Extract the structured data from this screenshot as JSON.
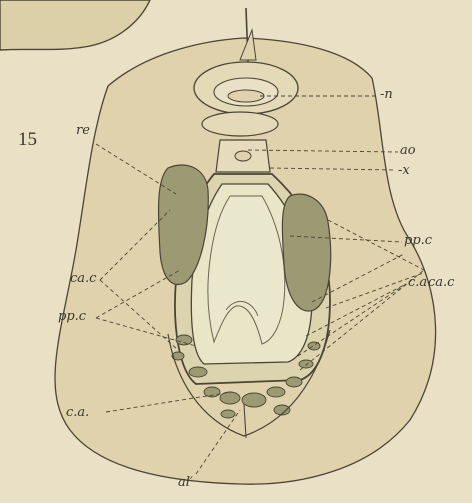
{
  "figure": {
    "number": "15"
  },
  "labels": {
    "n": "-n",
    "ao": "ao",
    "x": "-x",
    "re": "re",
    "ppc_right": "pp.c",
    "cac_left": "ca.c",
    "ppc_left": "pp.c",
    "ca_right": "c.a",
    "cac_right": "ca.c",
    "ca_left": "c.a.",
    "al": "al′"
  },
  "colors": {
    "paper": "#e9e0c5",
    "body_fill": "#dfd2ac",
    "ink": "#4a4537",
    "stipple": "#9c9a72",
    "inner_fill": "#e9e6c8"
  }
}
